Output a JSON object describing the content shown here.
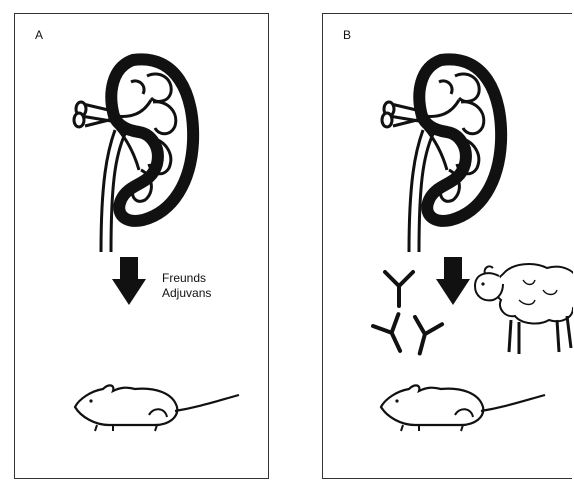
{
  "panels": [
    {
      "label": "A",
      "annotation": [
        "Freunds",
        "Adjuvans"
      ],
      "icons": [
        "kidney-icon",
        "down-arrow-icon",
        "rat-icon"
      ]
    },
    {
      "label": "B",
      "annotation": [],
      "icons": [
        "kidney-icon",
        "down-arrow-icon",
        "antibody-icon",
        "sheep-icon",
        "rat-icon"
      ]
    }
  ],
  "colors": {
    "ink": "#111111",
    "border": "#333333",
    "background": "#ffffff"
  }
}
